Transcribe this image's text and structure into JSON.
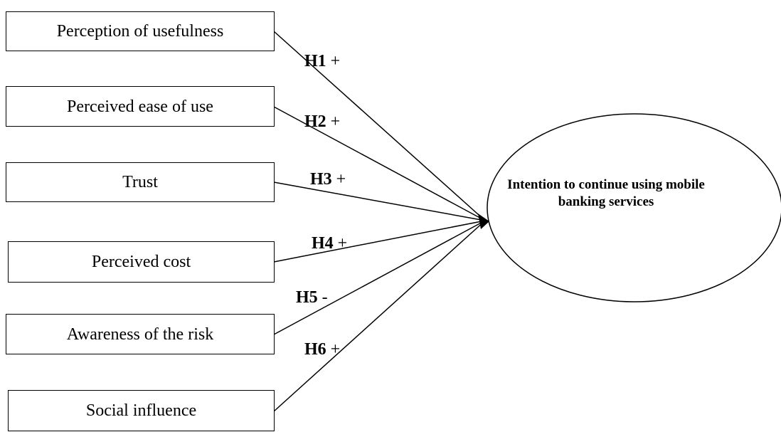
{
  "constructs": [
    {
      "id": "usefulness",
      "label": "Perception of usefulness"
    },
    {
      "id": "ease",
      "label": "Perceived ease of use"
    },
    {
      "id": "trust",
      "label": "Trust"
    },
    {
      "id": "cost",
      "label": "Perceived cost"
    },
    {
      "id": "risk",
      "label": "Awareness of the risk"
    },
    {
      "id": "social",
      "label": "Social influence"
    }
  ],
  "hypotheses": [
    {
      "code": "H1",
      "sign": "+"
    },
    {
      "code": "H2",
      "sign": "+"
    },
    {
      "code": "H3",
      "sign": "+"
    },
    {
      "code": "H4",
      "sign": "+"
    },
    {
      "code": "H5",
      "sign": "-"
    },
    {
      "code": "H6",
      "sign": "+"
    }
  ],
  "outcome": {
    "label": "Intention to continue using mobile banking services"
  }
}
